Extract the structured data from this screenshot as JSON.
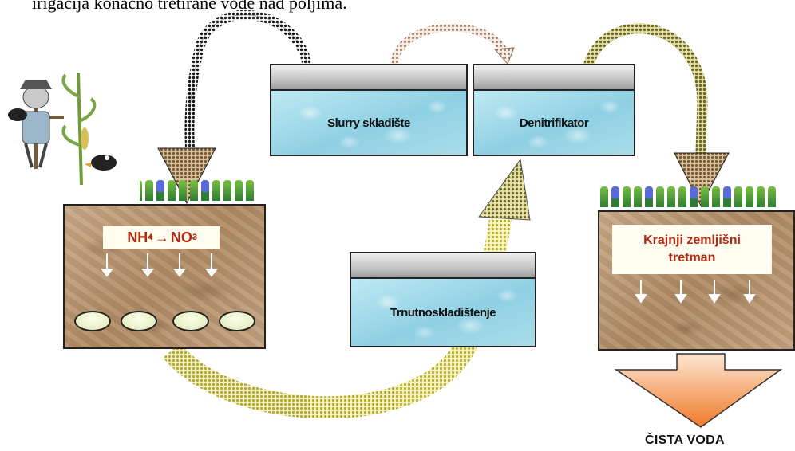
{
  "top_text": "irigacija konačno tretirane vode nad poljima.",
  "tanks": {
    "slurry": "Slurry skladište",
    "denitrifikator": "Denitrifikator",
    "trnutno": "Trnutnoskladištenje"
  },
  "reaction": {
    "nh4": "NH",
    "nh4_sub": "4",
    "nh4_sup": "+",
    "arrow": "→",
    "no3": "NO",
    "no3_sub": "3",
    "no3_sup": "-"
  },
  "final_treatment": {
    "line1": "Krajnji zemljišni",
    "line2": "tretman"
  },
  "output_label": "ČISTA VODA",
  "colors": {
    "black_arrow": "#1a1a1a",
    "tan_arrow": "#b89a80",
    "olive_arrow": "#8e8a2a",
    "yellow_arrow": "#c9c24a",
    "brown_arrowhead": "#8b6a40",
    "output_arrow": "#f48a3a",
    "reaction_text": "#b3280f",
    "water": "#a9dde9",
    "soil": "#b8926b"
  }
}
